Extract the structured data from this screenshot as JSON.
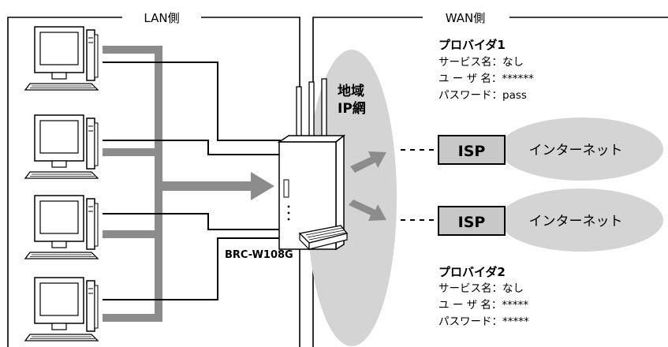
{
  "lan_panel": {
    "title": "LAN側"
  },
  "wan_panel": {
    "title": "WAN側"
  },
  "regional_ip_network": {
    "line1": "地域",
    "line2": "IP網"
  },
  "router": {
    "model": "BRC-W108G"
  },
  "providers": [
    {
      "name": "プロバイダ1",
      "service_name": "サービス名：なし",
      "user_name": "ユ ー ザ 名：******",
      "password": "パスワード：pass"
    },
    {
      "name": "プロバイダ2",
      "service_name": "サービス名：なし",
      "user_name": "ユ ー ザ 名：*****",
      "password": "パスワード：*****"
    }
  ],
  "connections": [
    {
      "isp": "ISP",
      "cloud": "インターネット"
    },
    {
      "isp": "ISP",
      "cloud": "インターネット"
    }
  ],
  "colors": {
    "line": "#000000",
    "arrow_gray": "#8c8c8c",
    "ellipse_gray": "#d4d4d4",
    "isp_box": "#c8c8c8"
  }
}
